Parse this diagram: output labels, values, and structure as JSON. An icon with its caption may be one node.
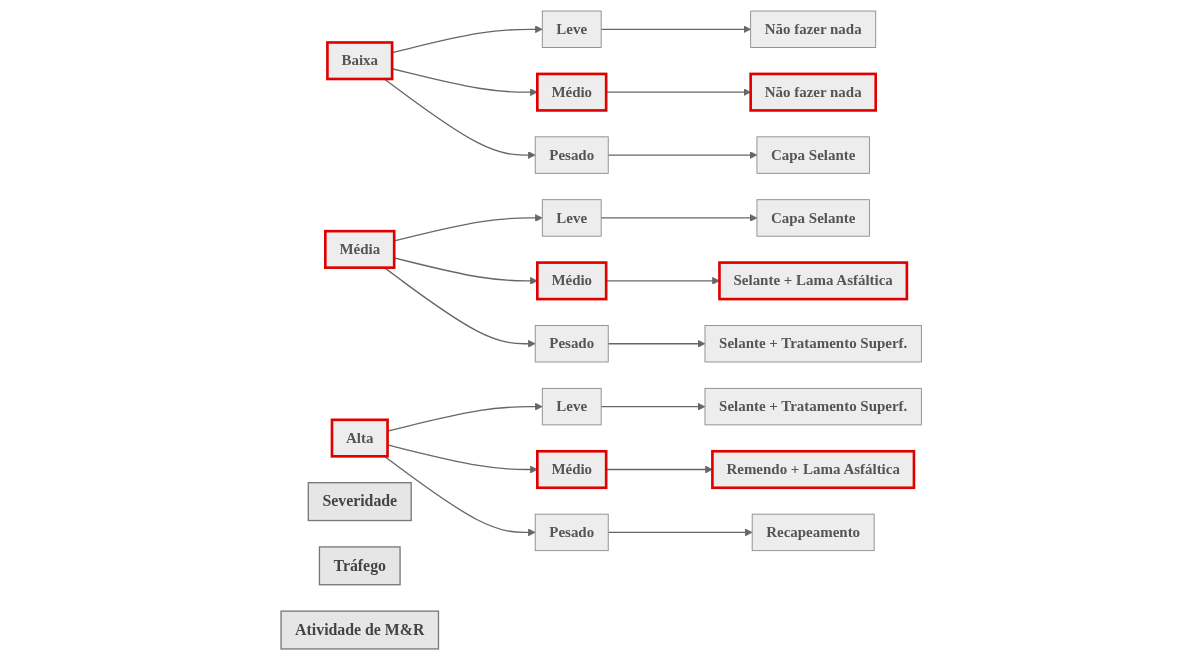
{
  "diagram": {
    "nodes": [
      {
        "text": [
          "Severidade"
        ]
      },
      {
        "text": [
          "Tráfego"
        ]
      },
      {
        "text": [
          "Atividade de M&R"
        ]
      },
      {
        "text": [
          "Baixa"
        ]
      },
      {
        "text": [
          "Leve"
        ]
      },
      {
        "text": [
          "Não fazer nada"
        ]
      },
      {
        "text": [
          "Médio"
        ]
      },
      {
        "text": [
          "Não fazer nada"
        ]
      },
      {
        "text": [
          "Pesado"
        ]
      },
      {
        "text": [
          "Capa Selante"
        ]
      },
      {
        "text": [
          "Média"
        ]
      },
      {
        "text": [
          "Leve"
        ]
      },
      {
        "text": [
          "Capa Selante"
        ]
      },
      {
        "text": [
          "Médio"
        ]
      },
      {
        "text": [
          "Selante + Lama Asfáltica"
        ]
      },
      {
        "text": [
          "Pesado"
        ]
      },
      {
        "text": [
          "Selante + Tratamento Superf."
        ]
      },
      {
        "text": [
          "Alta"
        ]
      },
      {
        "text": [
          "Leve"
        ]
      },
      {
        "text": [
          "Selante + Tratamento Superf."
        ]
      },
      {
        "text": [
          "Médio"
        ]
      },
      {
        "text": [
          "Remendo + Lama Asfáltica"
        ]
      },
      {
        "text": [
          "Pesado"
        ]
      },
      {
        "text": [
          "Recapeamento"
        ]
      }
    ],
    "edges": [
      {
        "from": 3,
        "to": 4,
        "arrow": "to"
      },
      {
        "from": 3,
        "to": 6,
        "arrow": "to"
      },
      {
        "from": 3,
        "to": 8,
        "arrow": "to"
      },
      {
        "from": 4,
        "to": 5,
        "arrow": "to"
      },
      {
        "from": 6,
        "to": 7,
        "arrow": "to"
      },
      {
        "from": 8,
        "to": 9,
        "arrow": "to"
      },
      {
        "from": 10,
        "to": 11,
        "arrow": "to"
      },
      {
        "from": 10,
        "to": 13,
        "arrow": "to"
      },
      {
        "from": 10,
        "to": 15,
        "arrow": "to"
      },
      {
        "from": 11,
        "to": 12,
        "arrow": "to"
      },
      {
        "from": 13,
        "to": 14,
        "arrow": "to"
      },
      {
        "from": 15,
        "to": 16,
        "arrow": "to"
      },
      {
        "from": 17,
        "to": 18,
        "arrow": "to"
      },
      {
        "from": 17,
        "to": 20,
        "arrow": "to"
      },
      {
        "from": 17,
        "to": 22,
        "arrow": "to"
      },
      {
        "from": 18,
        "to": 19,
        "arrow": "to"
      },
      {
        "from": 20,
        "to": 21,
        "arrow": "to"
      },
      {
        "from": 22,
        "to": 23,
        "arrow": "to"
      }
    ]
  }
}
